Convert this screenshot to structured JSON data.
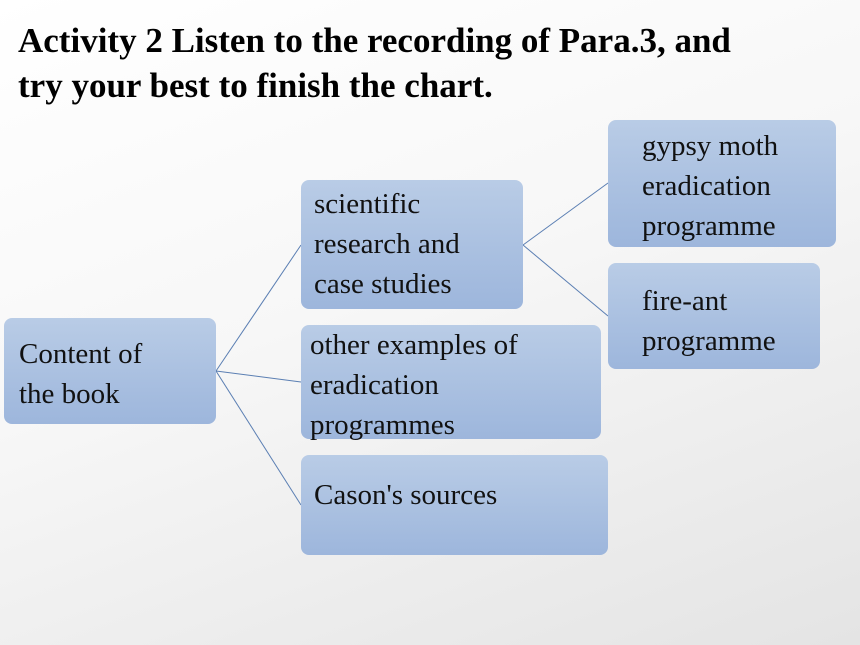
{
  "slide": {
    "title_lines": [
      "Activity 2 Listen to the recording of Para.3, and",
      "try your best to finish the chart."
    ]
  },
  "diagram": {
    "root": {
      "lines": [
        "Content of",
        "the book"
      ]
    },
    "branches": [
      {
        "lines": [
          "scientific",
          "research and",
          "case studies"
        ],
        "children": [
          {
            "lines": [
              "gypsy moth",
              "eradication",
              "programme"
            ]
          },
          {
            "lines": [
              "fire-ant",
              "programme"
            ]
          }
        ]
      },
      {
        "lines": [
          "other examples of",
          "eradication",
          "programmes"
        ]
      },
      {
        "lines": [
          "Cason's sources"
        ]
      }
    ]
  },
  "colors": {
    "node_fill_top": "#b9cce6",
    "node_fill_bottom": "#9db6dc",
    "connector": "#5b7fb3"
  }
}
